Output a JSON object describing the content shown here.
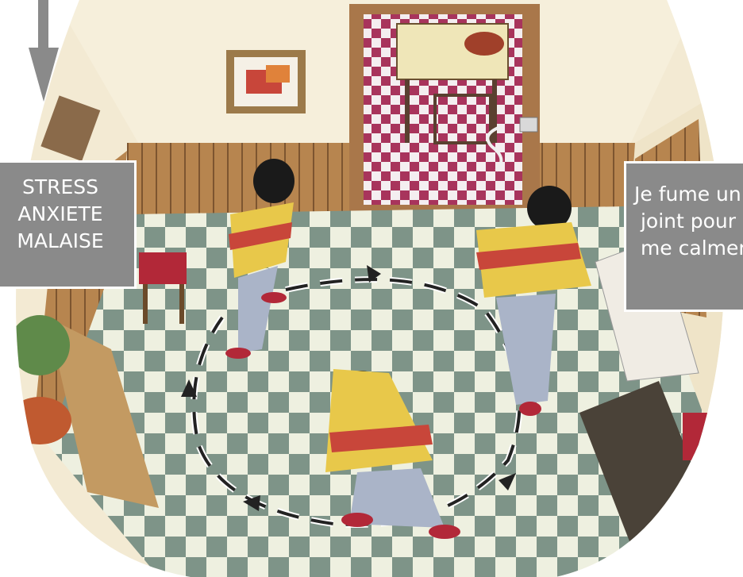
{
  "illustration": {
    "description_icons": [
      "arrow-down-icon",
      "cycle-arrows-icon"
    ]
  },
  "captions": {
    "left": {
      "lines": [
        "STRESS",
        "ANXIETE",
        "MALAISE"
      ]
    },
    "right": {
      "lines": [
        "Je fume un",
        " joint pour",
        " me calmer"
      ]
    }
  },
  "colors": {
    "caption_bg": "#8a8a8a",
    "caption_border": "#ffffff",
    "sweater_yellow": "#e8c84a",
    "sweater_stripe": "#c8463a",
    "jeans": "#aab4c8",
    "floor_light": "#eef0e0",
    "floor_dark": "#7e9488",
    "wood_panel": "#b7854f",
    "wall": "#f3ead3"
  }
}
